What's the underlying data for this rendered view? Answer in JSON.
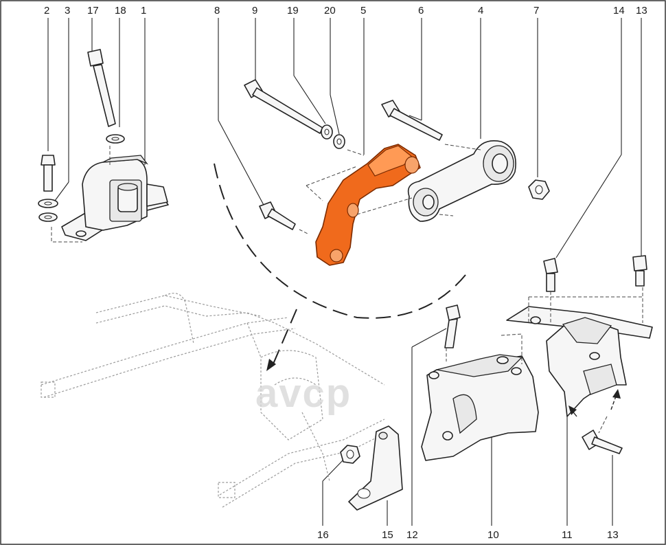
{
  "callouts": [
    {
      "id": "c-2",
      "label": "2"
    },
    {
      "id": "c-3",
      "label": "3"
    },
    {
      "id": "c-17",
      "label": "17"
    },
    {
      "id": "c-18",
      "label": "18"
    },
    {
      "id": "c-1",
      "label": "1"
    },
    {
      "id": "c-8",
      "label": "8"
    },
    {
      "id": "c-9",
      "label": "9"
    },
    {
      "id": "c-19",
      "label": "19"
    },
    {
      "id": "c-20",
      "label": "20"
    },
    {
      "id": "c-5",
      "label": "5"
    },
    {
      "id": "c-6",
      "label": "6"
    },
    {
      "id": "c-4",
      "label": "4"
    },
    {
      "id": "c-7",
      "label": "7"
    },
    {
      "id": "c-14",
      "label": "14"
    },
    {
      "id": "c-13a",
      "label": "13"
    },
    {
      "id": "c-16",
      "label": "16"
    },
    {
      "id": "c-15",
      "label": "15"
    },
    {
      "id": "c-12",
      "label": "12"
    },
    {
      "id": "c-10",
      "label": "10"
    },
    {
      "id": "c-11",
      "label": "11"
    },
    {
      "id": "c-13b",
      "label": "13"
    }
  ],
  "watermark": "avcp",
  "colors": {
    "highlight": "#f06a1c",
    "line": "#222222",
    "subframe": "#9a9a9a",
    "watermark": "#d6d6d6"
  }
}
